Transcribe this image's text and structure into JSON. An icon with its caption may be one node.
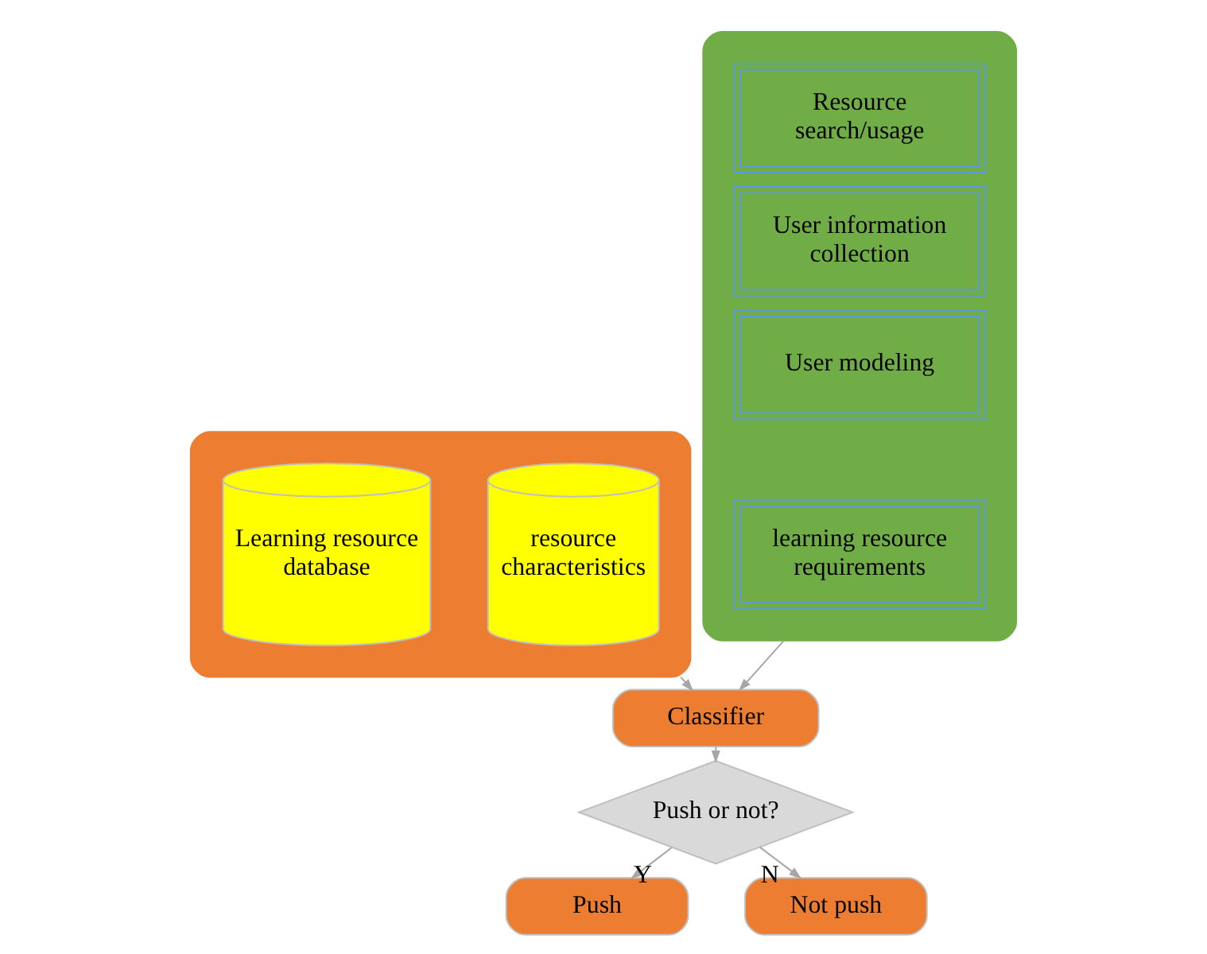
{
  "diagram": {
    "nodes": [
      {
        "text": [],
        "shape": "box"
      },
      {
        "text": [],
        "shape": "box"
      },
      {
        "text": [
          "Learning resource database"
        ],
        "in": 0
      },
      {
        "text": [
          "resource characteristics"
        ],
        "in": 0
      },
      {
        "text": [
          "Resource search/usage"
        ],
        "in": 1
      },
      {
        "text": [
          "User information collection"
        ],
        "in": 1
      },
      {
        "text": [
          "User modeling"
        ],
        "in": 1
      },
      {
        "text": [
          "learning resource requirements"
        ],
        "in": 1
      },
      {
        "text": [
          "Classifier"
        ]
      },
      {
        "text": [
          "Push or not?"
        ]
      },
      {
        "text": [
          "Push"
        ]
      },
      {
        "text": [
          "Not push"
        ]
      }
    ],
    "edges": [
      {
        "from": 0,
        "to": 8,
        "arrow": "to"
      },
      {
        "from": 1,
        "to": 8,
        "arrow": "to"
      },
      {
        "from": 8,
        "to": 9,
        "arrow": "to"
      },
      {
        "from": 9,
        "to": 10,
        "label": "Y",
        "arrow": "to"
      },
      {
        "from": 9,
        "to": 11,
        "label": "N",
        "arrow": "to"
      }
    ]
  }
}
